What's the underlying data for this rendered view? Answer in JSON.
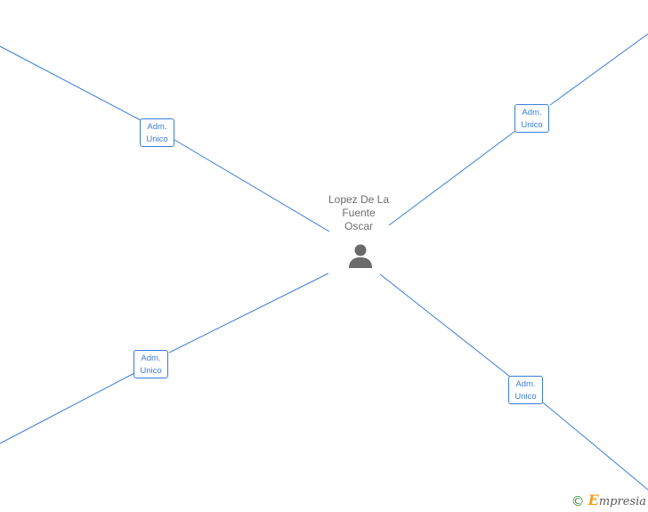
{
  "person": {
    "name_lines": [
      "Lopez De La",
      "Fuente",
      "Oscar"
    ],
    "icon": "person-icon"
  },
  "roles": [
    {
      "line1": "Adm.",
      "line2": "Unico"
    },
    {
      "line1": "Adm.",
      "line2": "Unico"
    },
    {
      "line1": "Adm.",
      "line2": "Unico"
    },
    {
      "line1": "Adm.",
      "line2": "Unico"
    }
  ],
  "watermark": {
    "symbol": "©",
    "brand_initial": "E",
    "brand_rest": "mpresia"
  },
  "colors": {
    "connector": "#3b7dd8",
    "person_text": "#6d6d6d",
    "person_icon": "#6b6b6b"
  }
}
